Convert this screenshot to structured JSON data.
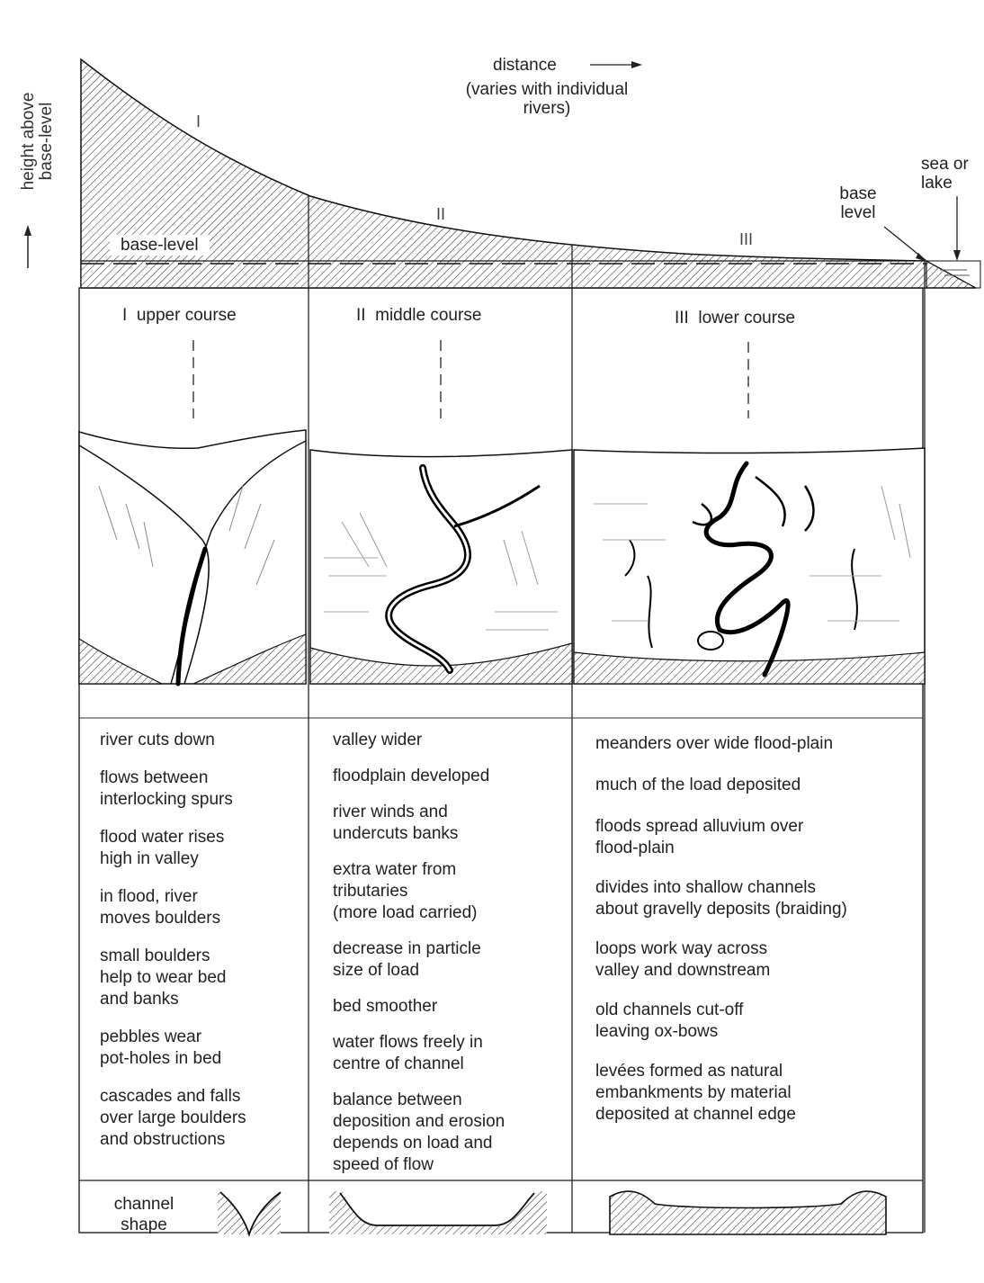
{
  "axes": {
    "y_label": "height above\nbase-level",
    "x_label": "distance",
    "x_note": "(varies with individual\nrivers)"
  },
  "profile": {
    "base_level_label": "base-level",
    "base_level_right_label": "base\nlevel",
    "sea_label": "sea or\nlake",
    "section_numerals": [
      "I",
      "II",
      "III"
    ]
  },
  "columns": [
    {
      "heading": "I  upper course",
      "items": [
        "river cuts down",
        "flows between\ninterlocking spurs",
        "flood water rises\nhigh in valley",
        "in flood, river\nmoves boulders",
        "small boulders\nhelp to wear bed\nand banks",
        "pebbles wear\npot-holes in bed",
        "cascades and falls\nover large boulders\nand obstructions"
      ]
    },
    {
      "heading": "II  middle course",
      "items": [
        "valley wider",
        "floodplain developed",
        "river winds and\nundercuts banks",
        "extra water from\ntributaries\n(more load carried)",
        "decrease in particle\nsize of load",
        "bed smoother",
        "water flows freely in\ncentre of channel",
        "balance between\ndeposition and erosion\ndepends on load and\nspeed of flow"
      ]
    },
    {
      "heading": "III  lower course",
      "items": [
        "meanders over wide flood-plain",
        "much of the load deposited",
        "floods spread alluvium over\nflood-plain",
        "divides into shallow channels\nabout gravelly deposits (braiding)",
        "loops work way across\nvalley and downstream",
        "old channels cut-off\nleaving ox-bows",
        "levées formed as natural\nembankments by material\ndeposited at channel edge"
      ]
    }
  ],
  "channel_shape_label": "channel\nshape"
}
